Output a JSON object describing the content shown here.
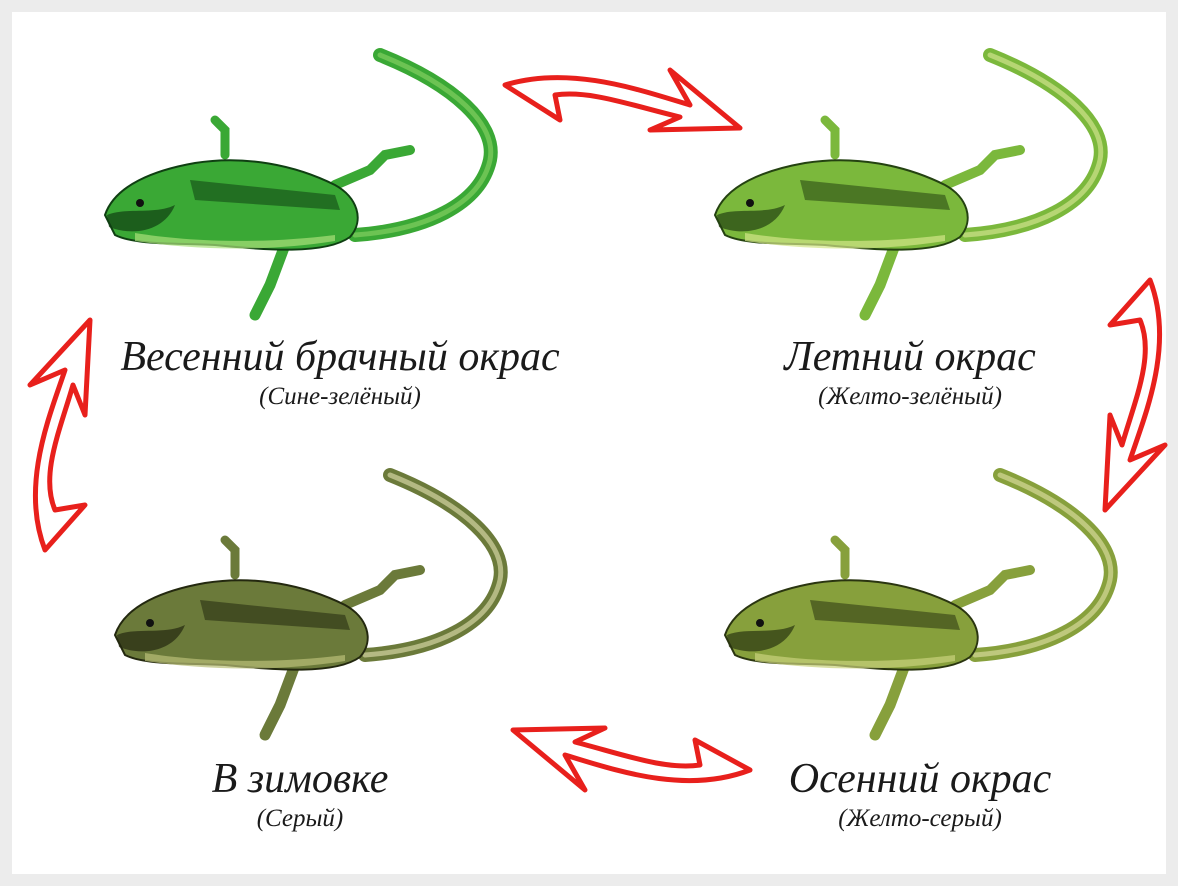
{
  "stages": [
    {
      "title": "Весенний брачный окрас",
      "subtitle": "(Сине-зелёный)",
      "body": "#3aa835",
      "dark": "#0f3f12",
      "tail": "#8ed668",
      "belly": "#a9e07a"
    },
    {
      "title": "Летний окрас",
      "subtitle": "(Желто-зелёный)",
      "body": "#7bb83c",
      "dark": "#244211",
      "tail": "#dde99a",
      "belly": "#d3e688"
    },
    {
      "title": "В зимовке",
      "subtitle": "(Серый)",
      "body": "#6b7a3a",
      "dark": "#23280f",
      "tail": "#e4e2b4",
      "belly": "#b9bf78"
    },
    {
      "title": "Осенний окрас",
      "subtitle": "(Желто-серый)",
      "body": "#87a03c",
      "dark": "#2a3510",
      "tail": "#e3e3a8",
      "belly": "#c9d27c"
    }
  ],
  "arrow_color": "#e8201c"
}
